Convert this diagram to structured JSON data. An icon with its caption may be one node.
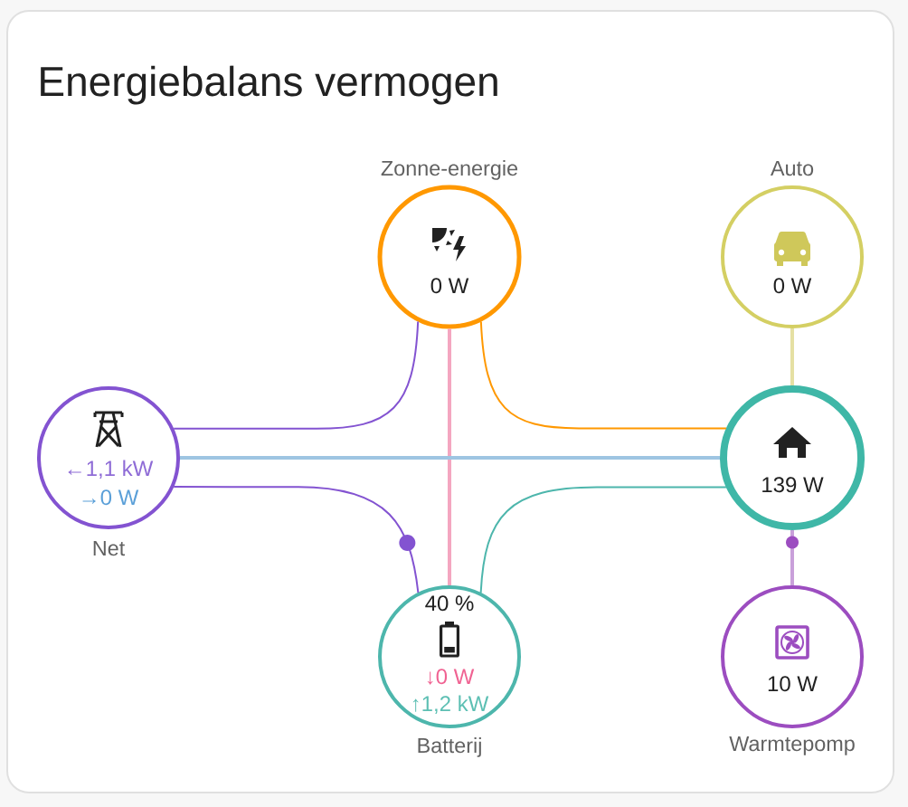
{
  "diagram": {
    "title": "Energiebalans vermogen",
    "nodes": [
      {
        "text": [
          "Zonne-energie",
          "0 W"
        ]
      },
      {
        "text": [
          "Auto",
          "0 W"
        ]
      },
      {
        "text": [
          "←1,1 kW",
          "→0 W",
          "Net"
        ]
      },
      {
        "text": [
          "139 W"
        ]
      },
      {
        "text": [
          "40 %",
          "↓0 W",
          "↑1,2 kW",
          "Batterij"
        ]
      },
      {
        "text": [
          "10 W",
          "Warmtepomp"
        ]
      }
    ],
    "edges": [
      {
        "from": 0,
        "to": 2,
        "arrow": "none",
        "color": "#8353d1"
      },
      {
        "from": 0,
        "to": 4,
        "arrow": "none",
        "color": "#f4a6c0"
      },
      {
        "from": 0,
        "to": 3,
        "arrow": "none",
        "color": "#ff9800"
      },
      {
        "from": 3,
        "to": 1,
        "arrow": "none",
        "color": "#e5e0a3"
      },
      {
        "from": 2,
        "to": 3,
        "arrow": "none",
        "color": "#9ec5e2"
      },
      {
        "from": 2,
        "to": 4,
        "arrow": "none",
        "color": "#8353d1"
      },
      {
        "from": 4,
        "to": 3,
        "arrow": "none",
        "color": "#4db6ac"
      },
      {
        "from": 3,
        "to": 5,
        "arrow": "none",
        "color": "#c9a0da"
      }
    ]
  }
}
